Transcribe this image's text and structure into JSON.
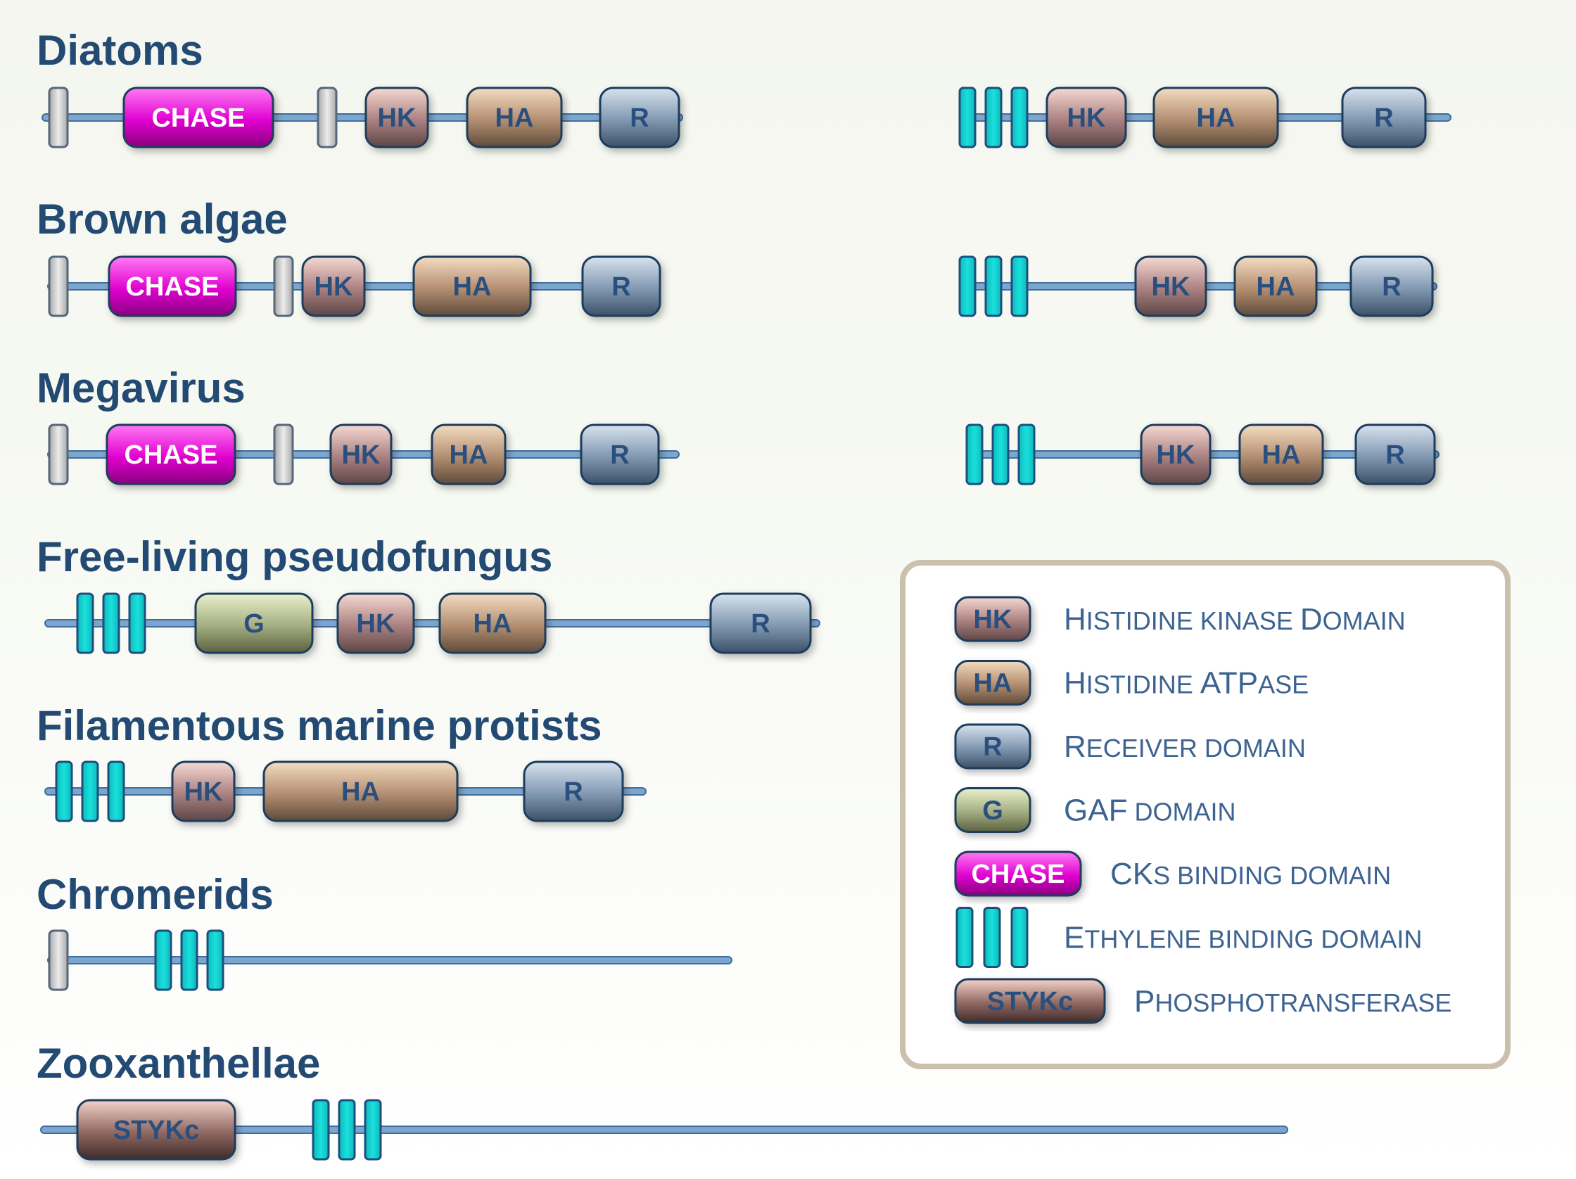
{
  "colors": {
    "title": "#234a73",
    "backbone": "#7da6ce",
    "backbone_edge": "#3f6d9c",
    "HK": [
      "#f6d8d2",
      "#a9807f",
      "#5d4647"
    ],
    "HA": [
      "#f4dcc0",
      "#b28d70",
      "#5e4b3b"
    ],
    "R": [
      "#d7e2ee",
      "#8097b0",
      "#3c5168"
    ],
    "G": [
      "#eaf0cc",
      "#a3ad80",
      "#5a6140"
    ],
    "CHASE": [
      "#ff7af4",
      "#e000d0",
      "#8a007e"
    ],
    "STYKc": [
      "#f4d2c9",
      "#8f6862",
      "#3f2b2a"
    ],
    "ethylene": "#19e0de",
    "tm": "#c9c9c9"
  },
  "groups": [
    {
      "title": "Diatoms",
      "architectures": [
        {
          "elements": [
            {
              "kind": "tm"
            },
            {
              "kind": "domain",
              "type": "CHASE",
              "label": "CHASE"
            },
            {
              "kind": "tm"
            },
            {
              "kind": "domain",
              "type": "HK",
              "label": "HK"
            },
            {
              "kind": "domain",
              "type": "HA",
              "label": "HA"
            },
            {
              "kind": "domain",
              "type": "R",
              "label": "R"
            }
          ]
        },
        {
          "elements": [
            {
              "kind": "ethylene"
            },
            {
              "kind": "domain",
              "type": "HK",
              "label": "HK"
            },
            {
              "kind": "domain",
              "type": "HA",
              "label": "HA"
            },
            {
              "kind": "domain",
              "type": "R",
              "label": "R"
            }
          ]
        }
      ]
    },
    {
      "title": "Brown algae",
      "architectures": [
        {
          "elements": [
            {
              "kind": "tm"
            },
            {
              "kind": "domain",
              "type": "CHASE",
              "label": "CHASE"
            },
            {
              "kind": "tm"
            },
            {
              "kind": "domain",
              "type": "HK",
              "label": "HK"
            },
            {
              "kind": "domain",
              "type": "HA",
              "label": "HA"
            },
            {
              "kind": "domain",
              "type": "R",
              "label": "R"
            }
          ]
        },
        {
          "elements": [
            {
              "kind": "ethylene"
            },
            {
              "kind": "domain",
              "type": "HK",
              "label": "HK"
            },
            {
              "kind": "domain",
              "type": "HA",
              "label": "HA"
            },
            {
              "kind": "domain",
              "type": "R",
              "label": "R"
            }
          ]
        }
      ]
    },
    {
      "title": "Megavirus",
      "architectures": [
        {
          "elements": [
            {
              "kind": "tm"
            },
            {
              "kind": "domain",
              "type": "CHASE",
              "label": "CHASE"
            },
            {
              "kind": "tm"
            },
            {
              "kind": "domain",
              "type": "HK",
              "label": "HK"
            },
            {
              "kind": "domain",
              "type": "HA",
              "label": "HA"
            },
            {
              "kind": "domain",
              "type": "R",
              "label": "R"
            }
          ]
        },
        {
          "elements": [
            {
              "kind": "ethylene"
            },
            {
              "kind": "domain",
              "type": "HK",
              "label": "HK"
            },
            {
              "kind": "domain",
              "type": "HA",
              "label": "HA"
            },
            {
              "kind": "domain",
              "type": "R",
              "label": "R"
            }
          ]
        }
      ]
    },
    {
      "title": "Free-living pseudofungus",
      "architectures": [
        {
          "elements": [
            {
              "kind": "ethylene"
            },
            {
              "kind": "domain",
              "type": "G",
              "label": "G"
            },
            {
              "kind": "domain",
              "type": "HK",
              "label": "HK"
            },
            {
              "kind": "domain",
              "type": "HA",
              "label": "HA"
            },
            {
              "kind": "domain",
              "type": "R",
              "label": "R"
            }
          ]
        }
      ]
    },
    {
      "title": "Filamentous marine protists",
      "architectures": [
        {
          "elements": [
            {
              "kind": "ethylene"
            },
            {
              "kind": "domain",
              "type": "HK",
              "label": "HK"
            },
            {
              "kind": "domain",
              "type": "HA",
              "label": "HA"
            },
            {
              "kind": "domain",
              "type": "R",
              "label": "R"
            }
          ]
        }
      ]
    },
    {
      "title": "Chromerids",
      "architectures": [
        {
          "elements": [
            {
              "kind": "tm"
            },
            {
              "kind": "ethylene"
            }
          ]
        }
      ]
    },
    {
      "title": "Zooxanthellae",
      "architectures": [
        {
          "elements": [
            {
              "kind": "domain",
              "type": "STYKc",
              "label": "STYKc"
            },
            {
              "kind": "ethylene"
            }
          ]
        }
      ]
    }
  ],
  "legend": [
    {
      "type": "HK",
      "swatch_label": "HK",
      "first": "H",
      "rest": "istidine kinase ",
      "first2": "D",
      "rest2": "omain",
      "label": "Histidine kinase Domain"
    },
    {
      "type": "HA",
      "swatch_label": "HA",
      "first": "H",
      "rest": "istidine ",
      "first2": "ATP",
      "rest2": "ase",
      "label": "Histidine ATPase"
    },
    {
      "type": "R",
      "swatch_label": "R",
      "first": "R",
      "rest": "eceiver domain",
      "first2": "",
      "rest2": "",
      "label": "Receiver domain"
    },
    {
      "type": "G",
      "swatch_label": "G",
      "first": "GAF",
      "rest": " domain",
      "first2": "",
      "rest2": "",
      "label": "GAF domain"
    },
    {
      "type": "CHASE",
      "swatch_label": "CHASE",
      "first": "CK",
      "rest": "s binding domain",
      "first2": "",
      "rest2": "",
      "label": "CKs binding domain"
    },
    {
      "type": "ethylene",
      "swatch_label": "",
      "first": "E",
      "rest": "thylene binding domain",
      "first2": "",
      "rest2": "",
      "label": "Ethylene binding domain"
    },
    {
      "type": "STYKc",
      "swatch_label": "STYKc",
      "first": "P",
      "rest": "hosphotransferase",
      "first2": "",
      "rest2": "",
      "label": "Phosphotransferase"
    }
  ]
}
